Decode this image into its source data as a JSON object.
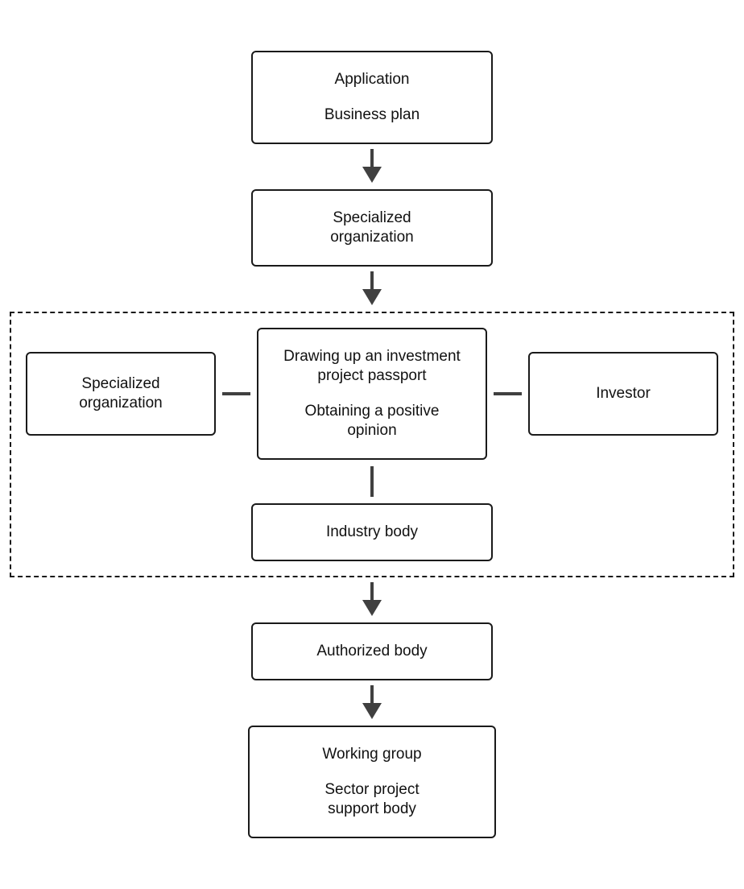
{
  "diagram": {
    "application_box": {
      "lines": [
        "Application",
        "Business plan"
      ]
    },
    "specialized_org_top": {
      "lines": [
        "Specialized",
        "organization"
      ]
    },
    "passport_box": {
      "lines": [
        "Drawing up an investment",
        "project passport",
        "Obtaining a positive",
        "opinion"
      ]
    },
    "specialized_org_left": {
      "lines": [
        "Specialized",
        "organization"
      ]
    },
    "investor_box": {
      "label": "Investor"
    },
    "industry_body_box": {
      "label": "Industry body"
    },
    "authorized_body_box": {
      "label": "Authorized body"
    },
    "working_group_box": {
      "lines": [
        "Working group",
        "Sector project",
        "support body"
      ]
    },
    "colors": {
      "border": "#1a1a1a",
      "connector": "#404040",
      "background": "#ffffff"
    }
  }
}
